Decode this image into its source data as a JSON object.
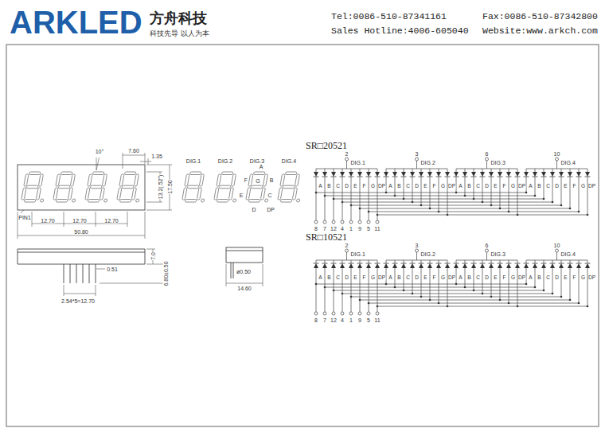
{
  "diagram": {
    "labels": [
      "ARKLED",
      "方舟科技",
      "科技先导 以人为本",
      "Tel:0086-510-87341161",
      "Fax:0086-510-87342800",
      "Sales Hotline:4006-605040",
      "Website:www.arkch.com",
      "10°",
      "7.60",
      "1.35",
      "13.2(.52\")",
      "17.50",
      "PIN1",
      "12.70",
      "12.70",
      "12.70",
      "50.80",
      "7.0",
      "0.51",
      "6.80±0.50",
      "2.54*5=12.70",
      "ø0.50",
      "14.60",
      "DIG.1",
      "DIG.2",
      "DIG.3",
      "DIG.4",
      "A",
      "F",
      "G",
      "B",
      "E",
      "C",
      "D",
      "DP",
      "SR□20521",
      "2",
      "DIG.1",
      "3",
      "DIG.2",
      "6",
      "DIG.3",
      "10",
      "DIG.4",
      "A",
      "B",
      "C",
      "D",
      "E",
      "F",
      "G",
      "DP",
      "A",
      "B",
      "C",
      "D",
      "E",
      "F",
      "G",
      "DP",
      "A",
      "B",
      "C",
      "D",
      "E",
      "F",
      "G",
      "DP",
      "A",
      "B",
      "C",
      "D",
      "E",
      "F",
      "G",
      "DP",
      "8",
      "7",
      "12",
      "4",
      "1",
      "9",
      "5",
      "11",
      "SR□10521",
      "2",
      "DIG.1",
      "3",
      "DIG.2",
      "6",
      "DIG.3",
      "10",
      "DIG.4",
      "A",
      "B",
      "C",
      "D",
      "E",
      "F",
      "G",
      "DP",
      "A",
      "B",
      "C",
      "D",
      "E",
      "F",
      "G",
      "DP",
      "A",
      "B",
      "C",
      "D",
      "E",
      "F",
      "G",
      "DP",
      "A",
      "B",
      "C",
      "D",
      "E",
      "F",
      "G",
      "DP",
      "8",
      "7",
      "12",
      "4",
      "1",
      "9",
      "5",
      "11"
    ]
  }
}
